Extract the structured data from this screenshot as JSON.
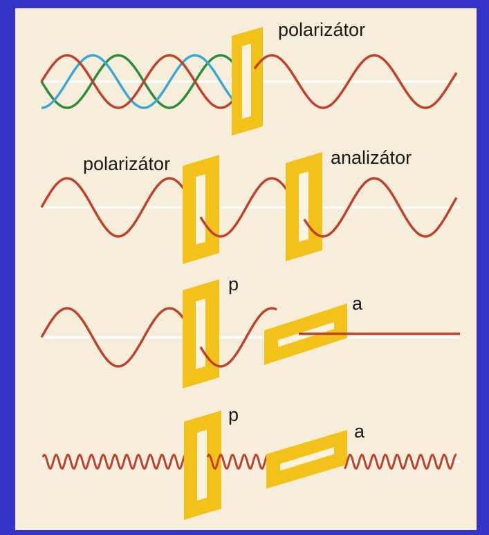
{
  "colors": {
    "background": "#3434c8",
    "panel": "#f6eedb",
    "wave_red": "#c0412a",
    "wave_blue": "#3aa7d6",
    "wave_green": "#2e8b3a",
    "filter": "#f2c21a",
    "slit": "#fbf3e0",
    "axis": "#ffffff"
  },
  "rows": [
    {
      "labels": {
        "polarizer": "polarizátor"
      }
    },
    {
      "labels": {
        "polarizer": "polarizátor",
        "analyzer": "analizátor"
      }
    },
    {
      "labels": {
        "polarizer": "p",
        "analyzer": "a"
      }
    },
    {
      "labels": {
        "polarizer": "p",
        "analyzer": "a"
      }
    }
  ]
}
